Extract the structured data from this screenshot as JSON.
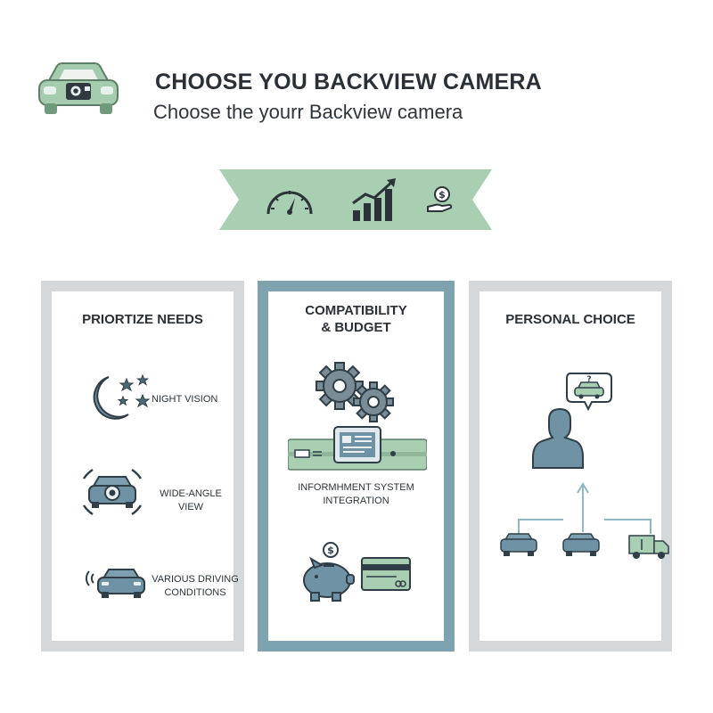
{
  "header": {
    "title": "CHOOSE YOU BACKVIEW CAMERA",
    "subtitle": "Choose the yourr Backview camera",
    "icon": "car-camera-icon"
  },
  "banner": {
    "icons": [
      "speedometer-icon",
      "growth-chart-icon",
      "money-hand-icon"
    ]
  },
  "panels": [
    {
      "title": "PRIORTIZE NEEDS",
      "items": [
        {
          "icon": "moon-stars-icon",
          "label_lines": [
            "NIGHT VISION"
          ]
        },
        {
          "icon": "wide-angle-car-icon",
          "label_lines": [
            "WIDE-ANGLE",
            "VIEW"
          ]
        },
        {
          "icon": "car-sensor-icon",
          "label_lines": [
            "VARIOUS DRIVING",
            "CONDITIONS"
          ]
        }
      ]
    },
    {
      "title_lines": [
        "COMPATIBILITY",
        "& BUDGET"
      ],
      "items": [
        {
          "icon": "gears-dashboard-icon",
          "label_lines": [
            "INFORMHMENT SYSTEM",
            "INTEGRATION"
          ]
        },
        {
          "icon": "piggy-bank-card-icon"
        }
      ]
    },
    {
      "title": "PERSONAL CHOICE",
      "items": [
        {
          "icon": "person-thinking-car-icon"
        },
        {
          "icon": "vehicle-options-icon"
        }
      ]
    }
  ],
  "colors": {
    "green": "#9cc8a4",
    "blue": "#6f92a4",
    "panel_border": "#d4d8db",
    "panel_border_active": "#7ea3b0",
    "text": "#2a3036"
  }
}
